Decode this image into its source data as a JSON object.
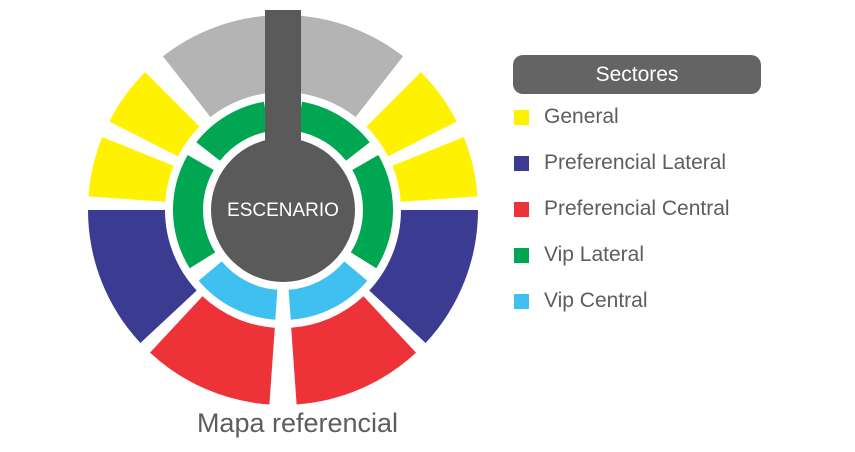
{
  "stage": {
    "label": "ESCENARIO"
  },
  "caption": "Mapa referencial",
  "legend": {
    "title": "Sectores",
    "items": [
      {
        "label": "General",
        "color": "#fff200"
      },
      {
        "label": "Preferencial Lateral",
        "color": "#3b3b92"
      },
      {
        "label": "Preferencial Central",
        "color": "#ee3338"
      },
      {
        "label": "Vip Lateral",
        "color": "#00a651"
      },
      {
        "label": "Vip Central",
        "color": "#3fc0f0"
      }
    ]
  },
  "colors": {
    "stage": "#5a5a5a",
    "upper_stands": "#b4b4b4",
    "background": "#ffffff"
  }
}
